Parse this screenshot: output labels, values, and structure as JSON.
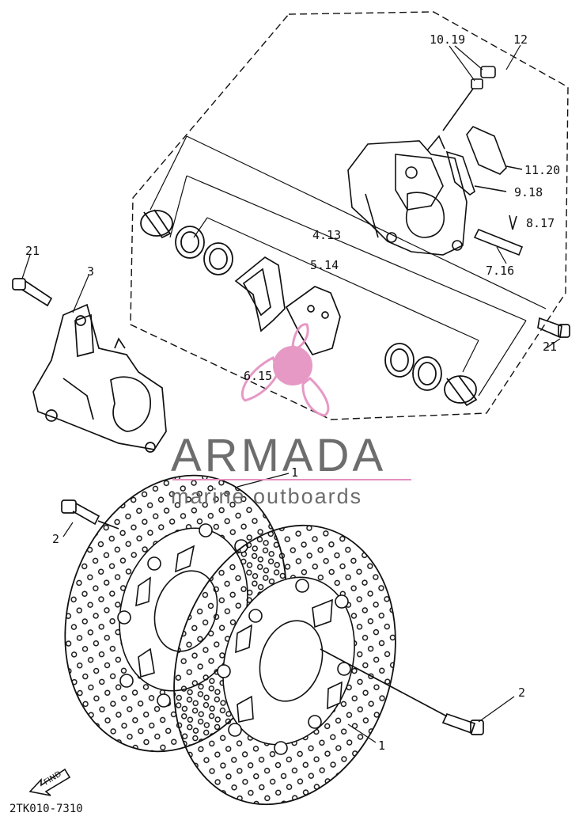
{
  "diagram": {
    "callouts": {
      "c_10_19": "10.19",
      "c_12": "12",
      "c_11_20": "11.20",
      "c_9_18": "9.18",
      "c_8_17": "8.17",
      "c_4_13": "4.13",
      "c_7_16": "7.16",
      "c_5_14": "5.14",
      "c_6_15": "6.15",
      "c_21_left": "21",
      "c_3": "3",
      "c_21_right": "21",
      "c_1_top": "1",
      "c_2_left": "2",
      "c_2_right": "2",
      "c_1_bottom": "1"
    },
    "find_label": "FIND",
    "diagram_code": "2TK010-7310"
  },
  "watermark": {
    "brand": "ARMADA",
    "tagline": "marine outboards",
    "colors": {
      "pink": "#e48fbf",
      "gray": "#6d6d6d"
    }
  }
}
